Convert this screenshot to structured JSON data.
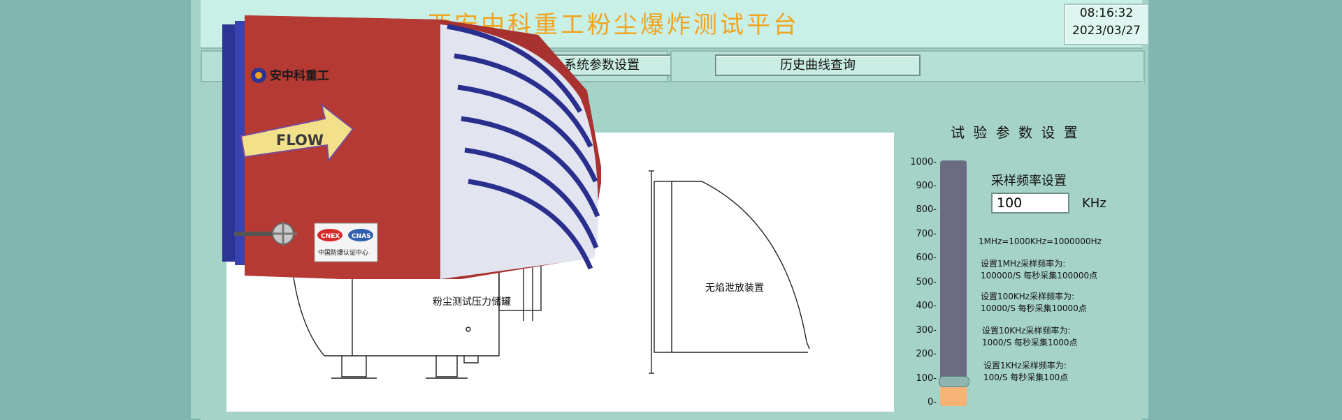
{
  "header": {
    "title": "西安中科重工粉尘爆炸测试平台",
    "time": "08:16:32",
    "date": "2023/03/27"
  },
  "tabs": [
    {
      "label": "系统参数设置"
    },
    {
      "label": "历史曲线查询"
    }
  ],
  "diagram": {
    "tank_label": "粉尘测试压力储罐",
    "vent_label": "无焰泄放装置"
  },
  "product_image": {
    "brand_text": "安中科重工",
    "flow_text": "FLOW",
    "cert_cnex": "CNEX",
    "cert_cnas": "CNAS",
    "cert_caption": "中国防爆认证中心"
  },
  "params": {
    "title": "试 验 参 数 设 置",
    "scale": [
      "1000-",
      "900-",
      "800-",
      "700-",
      "600-",
      "500-",
      "400-",
      "300-",
      "200-",
      "100-",
      "0-"
    ],
    "slider_value": 100,
    "slider_max": 1000,
    "rate_label": "采样频率设置",
    "rate_value": "100",
    "rate_unit": "KHz",
    "notes": [
      "1MHz=1000KHz=1000000Hz",
      "设置1MHz采样频率为:",
      "100000/S 每秒采集100000点",
      "设置100KHz采样频率为:",
      "10000/S 每秒采集10000点",
      "设置10KHz采样频率为:",
      "1000/S 每秒采集1000点",
      "设置1KHz采样频率为:",
      "100/S 每秒采集100点"
    ]
  },
  "colors": {
    "title": "#f2a31f",
    "track": "#6b6b83",
    "fill": "#f7b276",
    "equipment_red": "#a8322f",
    "equipment_blue": "#2c3494"
  }
}
